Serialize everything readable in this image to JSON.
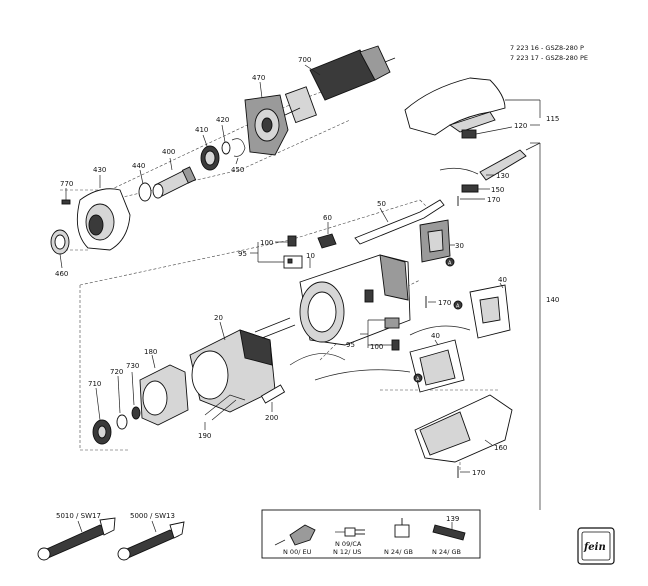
{
  "header": {
    "line1": "7 223 16 - GSZ8-280 P",
    "line2": "7 223 17 - GSZ8-280 PE"
  },
  "labels": {
    "l770": "770",
    "l430": "430",
    "l440": "440",
    "l400": "400",
    "l410": "410",
    "l420": "420",
    "l450": "450",
    "l470": "470",
    "l700": "700",
    "l460": "460",
    "l120": "120",
    "l115": "115",
    "l130": "130",
    "l150": "150",
    "l170a": "170",
    "l50": "50",
    "l60": "60",
    "l100a": "100",
    "l95a": "95",
    "l10": "10",
    "l30": "30",
    "l170b": "170",
    "l40a": "40",
    "l140": "140",
    "l20": "20",
    "l95b": "95",
    "l100b": "100",
    "l40b": "40",
    "l180": "180",
    "l730": "730",
    "l720": "720",
    "l710": "710",
    "l200": "200",
    "l190": "190",
    "l160": "160",
    "l170c": "170",
    "l139": "139",
    "markA1": "A",
    "markA2": "A",
    "markA3": "A"
  },
  "wrenches": {
    "w1": "5010 / SW17",
    "w2": "5000 / SW13"
  },
  "plugs": {
    "p1": "N 00/ EU",
    "p2a": "N 09/CA",
    "p2b": "N 12/ US",
    "p3": "N 24/ GB",
    "p4": "N 24/ GB"
  },
  "logo": {
    "text": "fein"
  }
}
